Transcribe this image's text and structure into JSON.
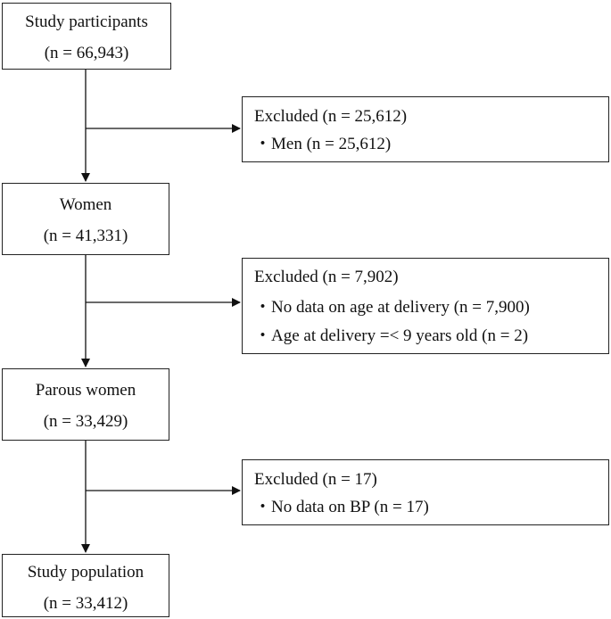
{
  "flow": {
    "steps": [
      {
        "title": "Study participants",
        "count": "(n = 66,943)"
      },
      {
        "title": "Women",
        "count": "(n = 41,331)"
      },
      {
        "title": "Parous women",
        "count": "(n = 33,429)"
      },
      {
        "title": "Study population",
        "count": "(n = 33,412)"
      }
    ],
    "exclusions": [
      {
        "title": "Excluded (n = 25,612)",
        "items": [
          "・Men (n = 25,612)"
        ]
      },
      {
        "title": "Excluded (n = 7,902)",
        "items": [
          "・No data on age at delivery (n = 7,900)",
          "・Age at delivery =< 9 years old (n = 2)"
        ]
      },
      {
        "title": "Excluded (n = 17)",
        "items": [
          "・No data on BP (n = 17)"
        ]
      }
    ]
  }
}
